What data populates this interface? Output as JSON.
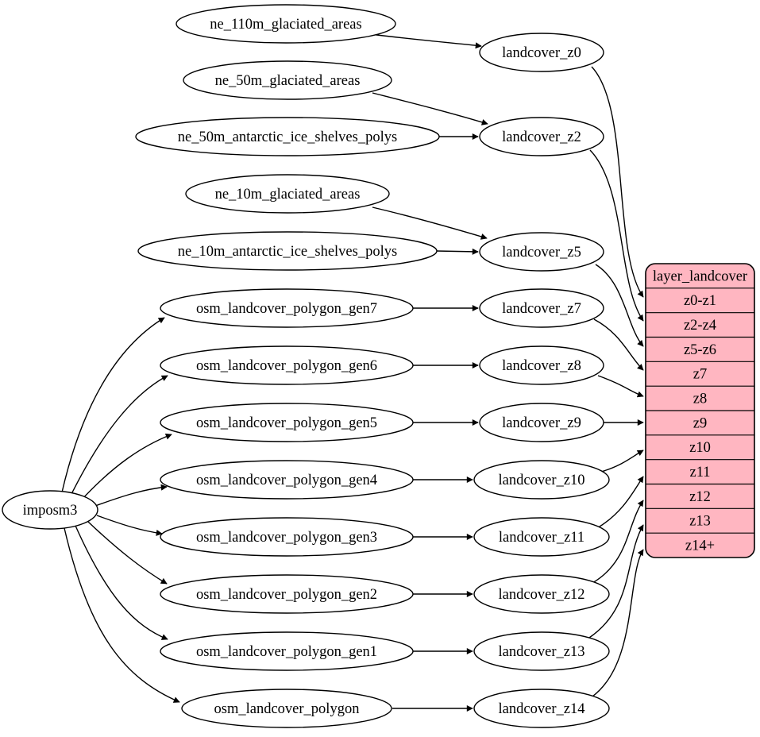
{
  "diagram": {
    "type": "etl-flow-graph",
    "colors": {
      "background": "#ffffff",
      "node_fill": "#ffffff",
      "stroke": "#000000",
      "table_fill": "#ffb6c1"
    },
    "nodes": [
      {
        "id": "imposm3",
        "label": "imposm3"
      },
      {
        "id": "ne_110m_glaciated_areas",
        "label": "ne_110m_glaciated_areas"
      },
      {
        "id": "ne_50m_glaciated_areas",
        "label": "ne_50m_glaciated_areas"
      },
      {
        "id": "ne_50m_antarctic_ice_shelves_polys",
        "label": "ne_50m_antarctic_ice_shelves_polys"
      },
      {
        "id": "ne_10m_glaciated_areas",
        "label": "ne_10m_glaciated_areas"
      },
      {
        "id": "ne_10m_antarctic_ice_shelves_polys",
        "label": "ne_10m_antarctic_ice_shelves_polys"
      },
      {
        "id": "osm_landcover_polygon_gen7",
        "label": "osm_landcover_polygon_gen7"
      },
      {
        "id": "osm_landcover_polygon_gen6",
        "label": "osm_landcover_polygon_gen6"
      },
      {
        "id": "osm_landcover_polygon_gen5",
        "label": "osm_landcover_polygon_gen5"
      },
      {
        "id": "osm_landcover_polygon_gen4",
        "label": "osm_landcover_polygon_gen4"
      },
      {
        "id": "osm_landcover_polygon_gen3",
        "label": "osm_landcover_polygon_gen3"
      },
      {
        "id": "osm_landcover_polygon_gen2",
        "label": "osm_landcover_polygon_gen2"
      },
      {
        "id": "osm_landcover_polygon_gen1",
        "label": "osm_landcover_polygon_gen1"
      },
      {
        "id": "osm_landcover_polygon",
        "label": "osm_landcover_polygon"
      },
      {
        "id": "landcover_z0",
        "label": "landcover_z0"
      },
      {
        "id": "landcover_z2",
        "label": "landcover_z2"
      },
      {
        "id": "landcover_z5",
        "label": "landcover_z5"
      },
      {
        "id": "landcover_z7",
        "label": "landcover_z7"
      },
      {
        "id": "landcover_z8",
        "label": "landcover_z8"
      },
      {
        "id": "landcover_z9",
        "label": "landcover_z9"
      },
      {
        "id": "landcover_z10",
        "label": "landcover_z10"
      },
      {
        "id": "landcover_z11",
        "label": "landcover_z11"
      },
      {
        "id": "landcover_z12",
        "label": "landcover_z12"
      },
      {
        "id": "landcover_z13",
        "label": "landcover_z13"
      },
      {
        "id": "landcover_z14",
        "label": "landcover_z14"
      }
    ],
    "table": {
      "id": "layer_landcover",
      "header": "layer_landcover",
      "rows": [
        "z0-z1",
        "z2-z4",
        "z5-z6",
        "z7",
        "z8",
        "z9",
        "z10",
        "z11",
        "z12",
        "z13",
        "z14+"
      ]
    },
    "edges": [
      {
        "from": "ne_110m_glaciated_areas",
        "to": "landcover_z0"
      },
      {
        "from": "ne_50m_glaciated_areas",
        "to": "landcover_z2"
      },
      {
        "from": "ne_50m_antarctic_ice_shelves_polys",
        "to": "landcover_z2"
      },
      {
        "from": "ne_10m_glaciated_areas",
        "to": "landcover_z5"
      },
      {
        "from": "ne_10m_antarctic_ice_shelves_polys",
        "to": "landcover_z5"
      },
      {
        "from": "osm_landcover_polygon_gen7",
        "to": "landcover_z7"
      },
      {
        "from": "osm_landcover_polygon_gen6",
        "to": "landcover_z8"
      },
      {
        "from": "osm_landcover_polygon_gen5",
        "to": "landcover_z9"
      },
      {
        "from": "osm_landcover_polygon_gen4",
        "to": "landcover_z10"
      },
      {
        "from": "osm_landcover_polygon_gen3",
        "to": "landcover_z11"
      },
      {
        "from": "osm_landcover_polygon_gen2",
        "to": "landcover_z12"
      },
      {
        "from": "osm_landcover_polygon_gen1",
        "to": "landcover_z13"
      },
      {
        "from": "osm_landcover_polygon",
        "to": "landcover_z14"
      },
      {
        "from": "imposm3",
        "to": "osm_landcover_polygon_gen7"
      },
      {
        "from": "imposm3",
        "to": "osm_landcover_polygon_gen6"
      },
      {
        "from": "imposm3",
        "to": "osm_landcover_polygon_gen5"
      },
      {
        "from": "imposm3",
        "to": "osm_landcover_polygon_gen4"
      },
      {
        "from": "imposm3",
        "to": "osm_landcover_polygon_gen3"
      },
      {
        "from": "imposm3",
        "to": "osm_landcover_polygon_gen2"
      },
      {
        "from": "imposm3",
        "to": "osm_landcover_polygon_gen1"
      },
      {
        "from": "imposm3",
        "to": "osm_landcover_polygon"
      },
      {
        "from": "landcover_z0",
        "to": "layer_landcover.z0-z1"
      },
      {
        "from": "landcover_z2",
        "to": "layer_landcover.z2-z4"
      },
      {
        "from": "landcover_z5",
        "to": "layer_landcover.z5-z6"
      },
      {
        "from": "landcover_z7",
        "to": "layer_landcover.z7"
      },
      {
        "from": "landcover_z8",
        "to": "layer_landcover.z8"
      },
      {
        "from": "landcover_z9",
        "to": "layer_landcover.z9"
      },
      {
        "from": "landcover_z10",
        "to": "layer_landcover.z10"
      },
      {
        "from": "landcover_z11",
        "to": "layer_landcover.z11"
      },
      {
        "from": "landcover_z12",
        "to": "layer_landcover.z12"
      },
      {
        "from": "landcover_z13",
        "to": "layer_landcover.z13"
      },
      {
        "from": "landcover_z14",
        "to": "layer_landcover.z14+"
      }
    ]
  }
}
